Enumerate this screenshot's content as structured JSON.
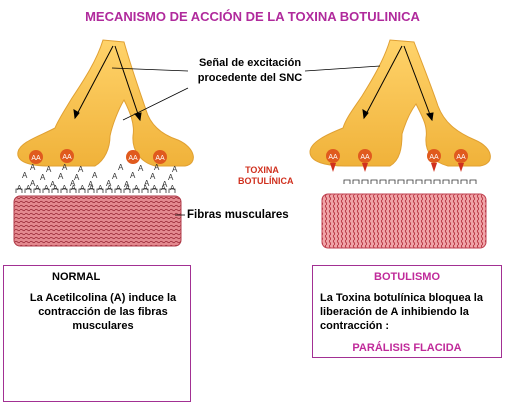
{
  "title": "MECANISMO DE ACCIÓN DE LA TOXINA BOTULINICA",
  "signal_label_line1": "Señal de excitación",
  "signal_label_line2": "procedente del SNC",
  "toxin_label_line1": "TOXINA",
  "toxin_label_line2": "BOTULÍNICA",
  "fibers_label": "Fibras musculares",
  "acetylcholine_symbol": "A",
  "normal": {
    "heading": "NORMAL",
    "text": "La Acetilcolina (A)  induce la contracción de las fibras musculares"
  },
  "botulism": {
    "heading": "BOTULISMO",
    "text": "La Toxina botulínica bloquea la liberación de A inhibiendo la contracción :",
    "result": "PARÁLISIS FLACIDA"
  },
  "colors": {
    "title": "#b02a9c",
    "neuron": "#f7c24a",
    "muscle": "#d9727a",
    "box_border": "#a23093",
    "toxin": "#d0301e"
  }
}
